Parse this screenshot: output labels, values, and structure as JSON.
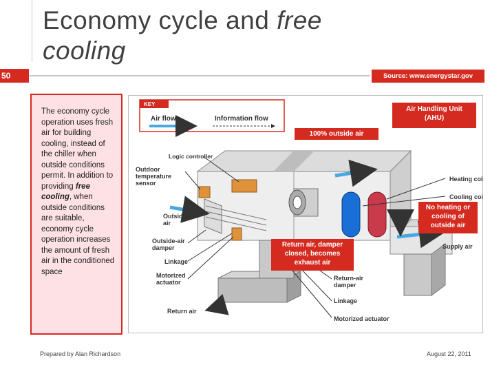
{
  "slide": {
    "title_part1": "Economy cycle and ",
    "title_italic1": "free",
    "title_italic2": "cooling",
    "number": "50",
    "source": "Source: www.energystar.gov"
  },
  "side": {
    "text_a": "The economy cycle operation uses fresh air for building cooling, instead of the chiller when outside conditions permit. In addition to providing ",
    "text_em": "free cooling",
    "text_b": ", when outside conditions are suitable, economy cycle operation increases the amount of fresh air in the conditioned space"
  },
  "diagram": {
    "key_title": "KEY",
    "key_air_flow": "Air flow",
    "key_info_flow": "Information flow",
    "logic_controller": "Logic controller",
    "outdoor_sensor_1": "Outdoor",
    "outdoor_sensor_2": "temperature",
    "outdoor_sensor_3": "sensor",
    "outside_air_1": "Outside",
    "outside_air_2": "air",
    "oa_damper_1": "Outside-air",
    "oa_damper_2": "damper",
    "linkage": "Linkage",
    "motorized_1": "Motorized",
    "motorized_2": "actuator",
    "return_air": "Return air",
    "ra_damper_1": "Return-air",
    "ra_damper_2": "damper",
    "linkage2": "Linkage",
    "motorized_actuator2": "Motorized actuator",
    "heating_coil": "Heating coil",
    "cooling_coil": "Cooling coil",
    "supply_air": "Supply air",
    "label_ahu_1": "Air Handling Unit",
    "label_ahu_2": "(AHU)",
    "label_100": "100% outside air",
    "label_noheat_1": "No heating or",
    "label_noheat_2": "cooling of",
    "label_noheat_3": "outside air",
    "label_return_1": "Return air, damper",
    "label_return_2": "closed, becomes",
    "label_return_3": "exhaust air"
  },
  "footer": {
    "left": "Prepared by Alan Richardson",
    "right": "August 22, 2011"
  },
  "colors": {
    "accent": "#d42a20",
    "panel": "#fde1e4",
    "arrow": "#4aa8e0",
    "coil_blue": "#1a6fd6",
    "coil_red": "#c93a4a"
  }
}
